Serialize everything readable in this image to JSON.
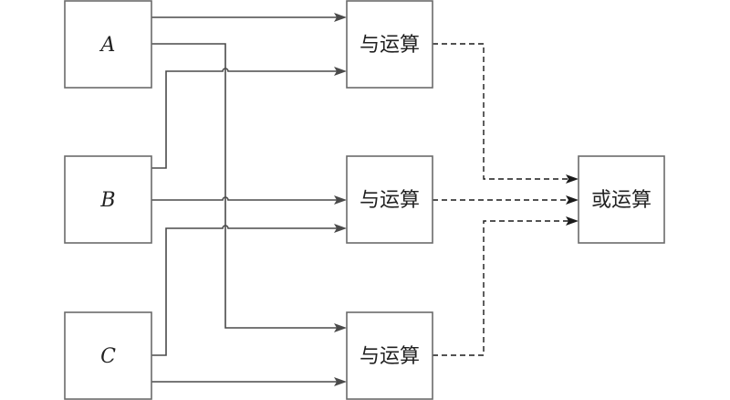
{
  "inputs": [
    {
      "id": "A",
      "label": "A"
    },
    {
      "id": "B",
      "label": "B"
    },
    {
      "id": "C",
      "label": "C"
    }
  ],
  "and_gates": [
    {
      "id": "and1",
      "label": "与运算",
      "operands": [
        "A",
        "B"
      ]
    },
    {
      "id": "and2",
      "label": "与运算",
      "operands": [
        "B",
        "C"
      ]
    },
    {
      "id": "and3",
      "label": "与运算",
      "operands": [
        "A",
        "C"
      ]
    }
  ],
  "or_gate": {
    "id": "or",
    "label": "或运算",
    "operands": [
      "and1",
      "and2",
      "and3"
    ]
  },
  "edges": [
    {
      "from": "A",
      "to": "and1",
      "style": "solid"
    },
    {
      "from": "B",
      "to": "and1",
      "style": "solid"
    },
    {
      "from": "B",
      "to": "and2",
      "style": "solid"
    },
    {
      "from": "C",
      "to": "and2",
      "style": "solid"
    },
    {
      "from": "A",
      "to": "and3",
      "style": "solid"
    },
    {
      "from": "C",
      "to": "and3",
      "style": "solid"
    },
    {
      "from": "and1",
      "to": "or",
      "style": "dashed"
    },
    {
      "from": "and2",
      "to": "or",
      "style": "dashed"
    },
    {
      "from": "and3",
      "to": "or",
      "style": "dashed"
    }
  ]
}
